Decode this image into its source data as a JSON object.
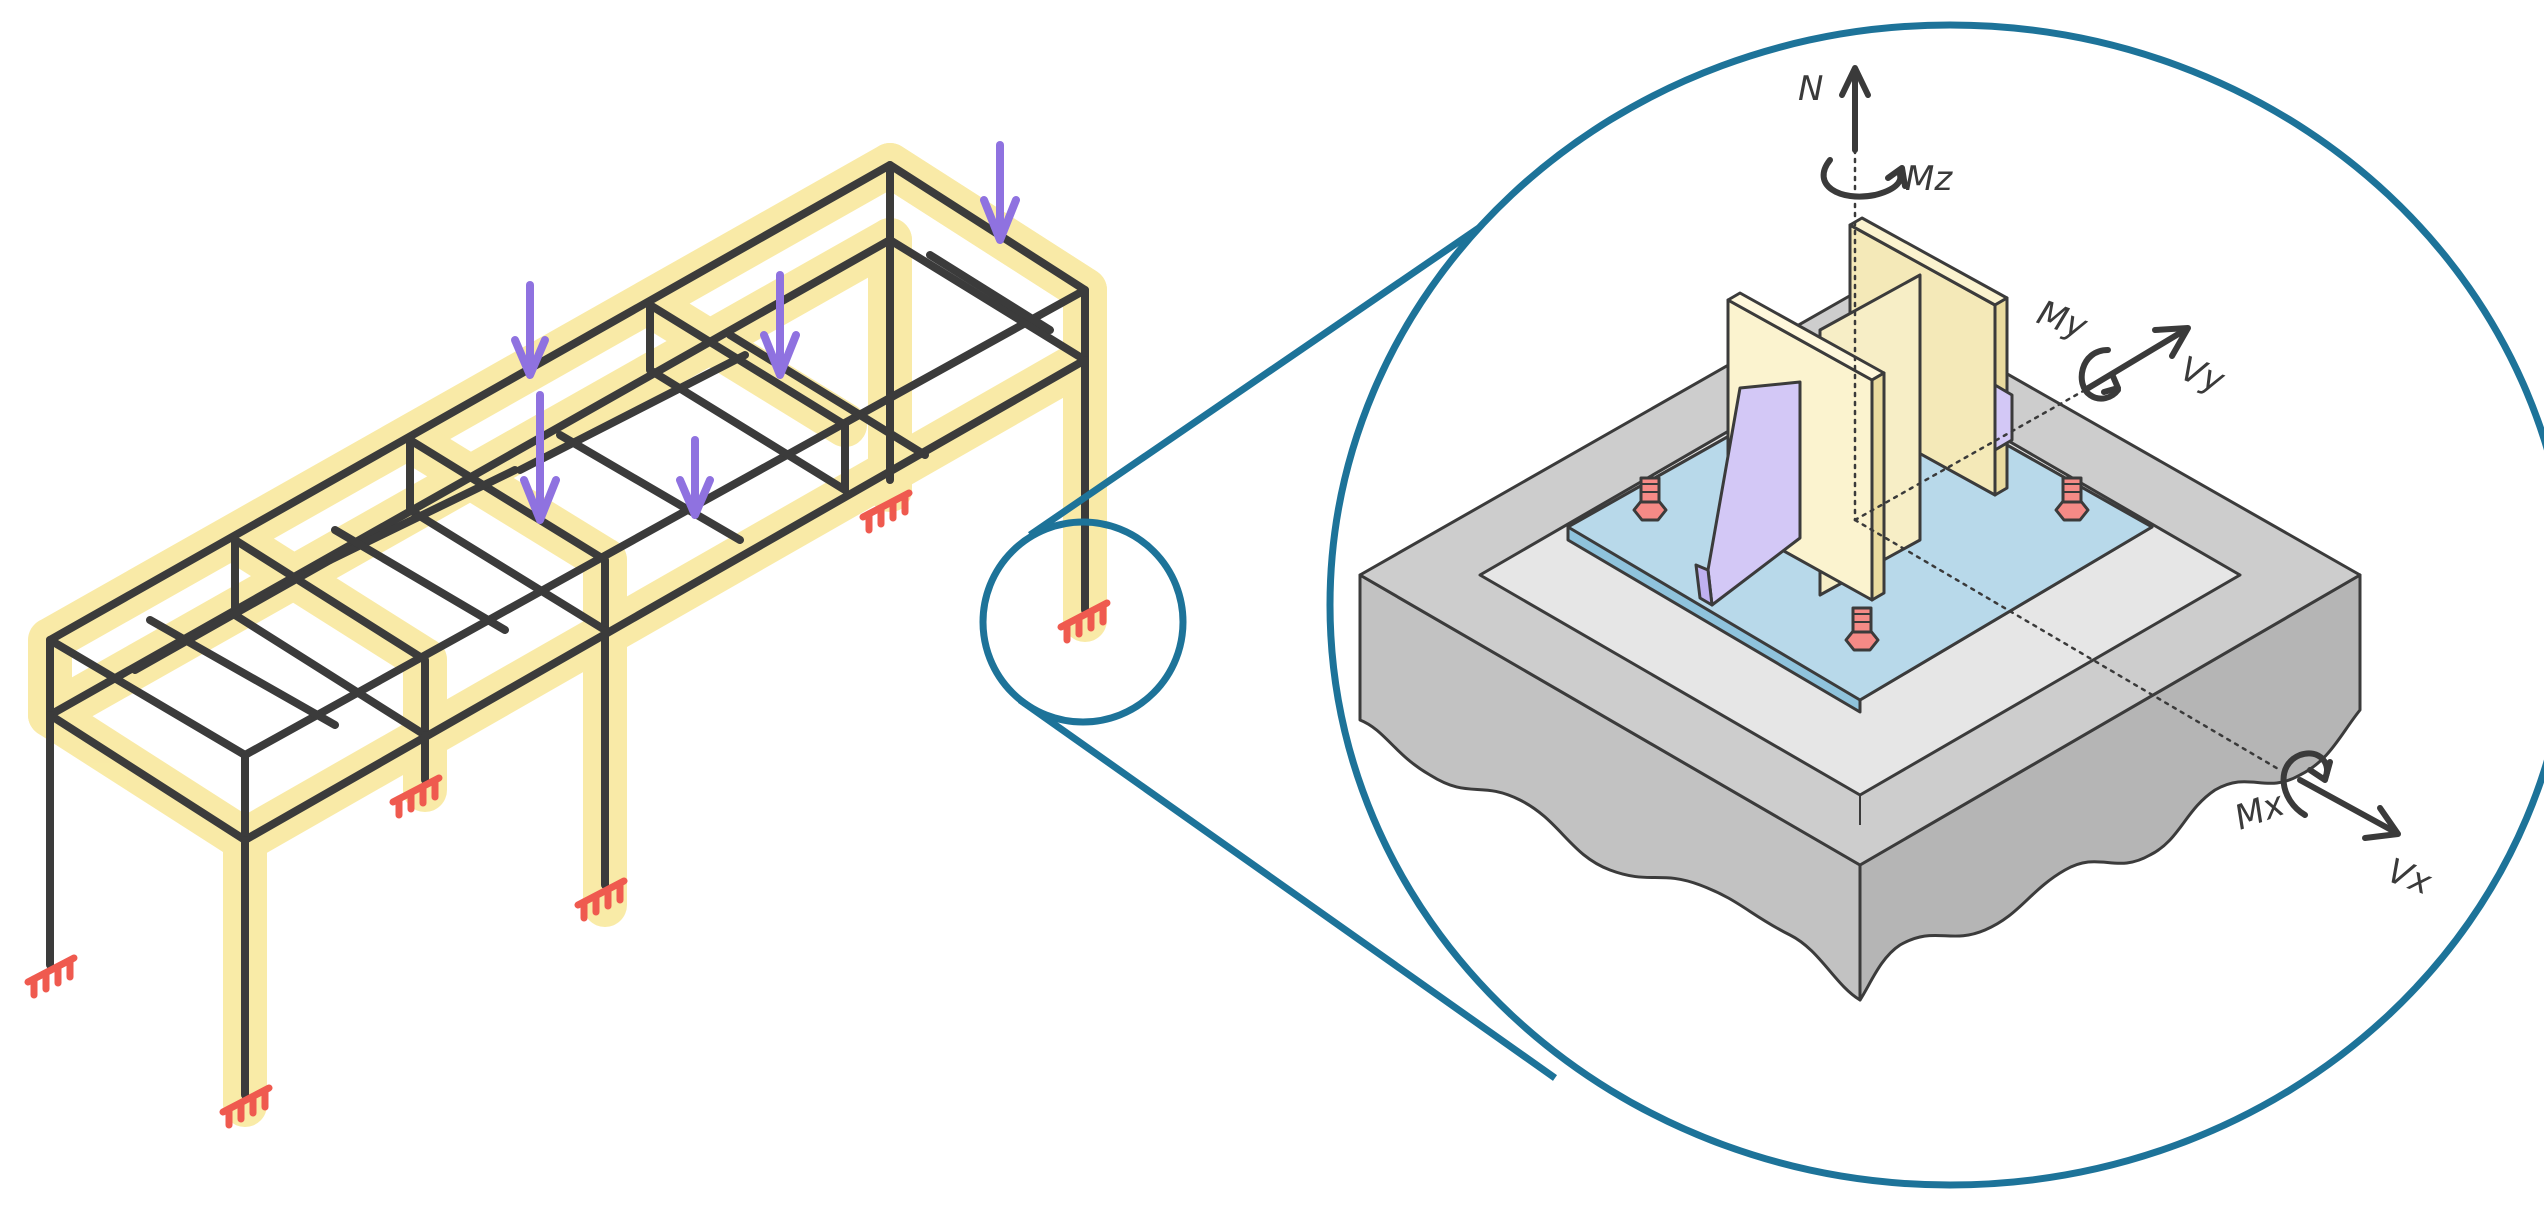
{
  "labels": {
    "axial_force": "N",
    "moment_z": "Mz",
    "moment_y": "My",
    "shear_y": "Vy",
    "moment_x": "Mx",
    "shear_x": "Vx"
  },
  "colors": {
    "frame": "#3b3b3b",
    "highlight": "#f7e48a",
    "load_arrow": "#8f72e0",
    "support": "#ef5a4f",
    "zoom_circle": "#1d7399",
    "concrete_top": "#d2d2d2",
    "concrete_side": "#b9b9b9",
    "grout": "#e3e3e3",
    "base_plate": "#b8d9ea",
    "column": "#fbf3cf",
    "stiffener": "#d3c8f6",
    "bolt": "#f58a86",
    "axis_text": "#3a3a3a"
  },
  "icons": {
    "load": "down-arrow-icon",
    "support": "fixed-support-icon",
    "bolt": "anchor-bolt-icon"
  }
}
